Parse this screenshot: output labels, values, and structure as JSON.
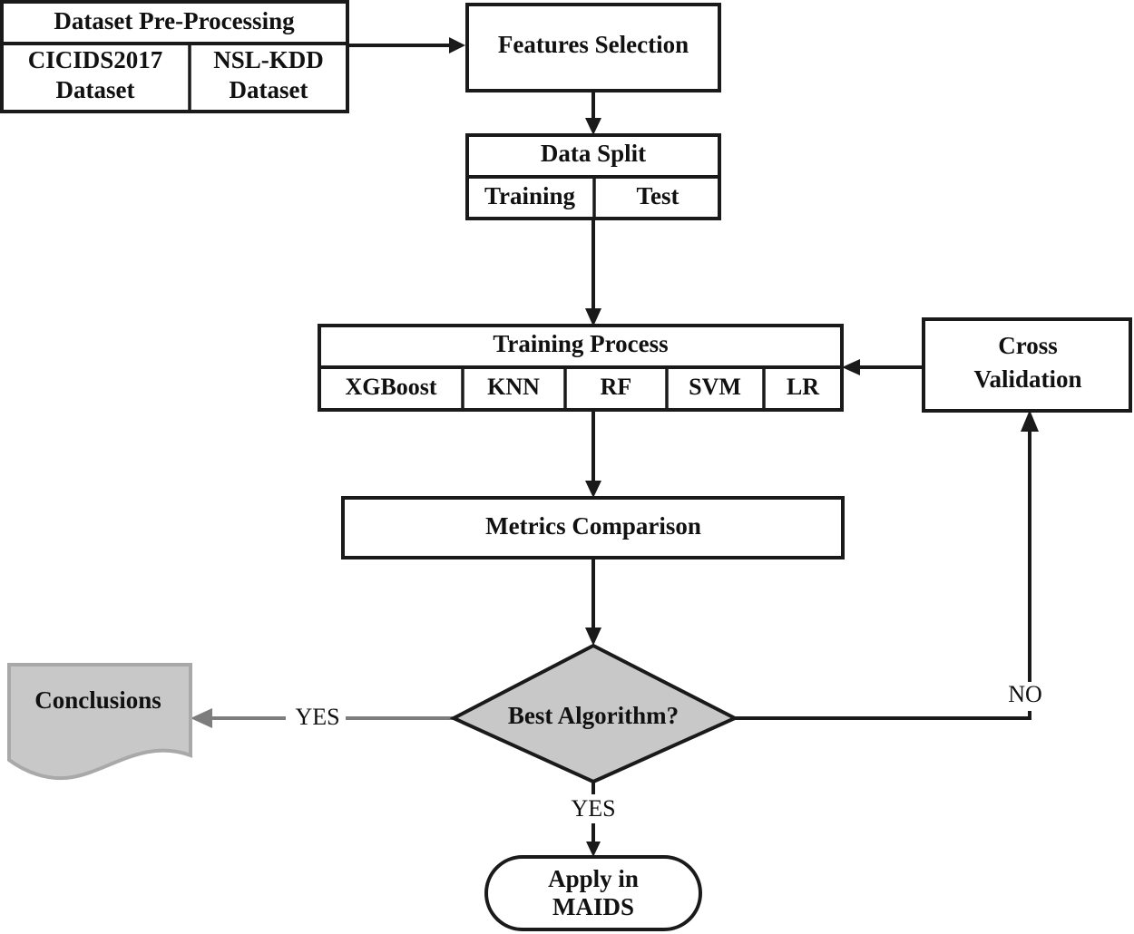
{
  "diagram": {
    "title": "Machine Learning Intrusion Detection Methodology Flowchart",
    "colors": {
      "node_fill": "#ffffff",
      "node_stroke": "#1a1a1a",
      "gray_fill": "#c8c8c8",
      "gray_stroke": "#7d7d7d",
      "text": "#111111"
    }
  },
  "nodes": {
    "preprocessing": {
      "header": "Dataset Pre-Processing",
      "cells": [
        "CICIDS2017 Dataset",
        "NSL-KDD Dataset"
      ],
      "cell_lines": [
        [
          "CICIDS2017",
          "Dataset"
        ],
        [
          "NSL-KDD",
          "Dataset"
        ]
      ]
    },
    "features_selection": {
      "label": "Features Selection"
    },
    "data_split": {
      "header": "Data Split",
      "cells": [
        "Training",
        "Test"
      ]
    },
    "training_process": {
      "header": "Training Process",
      "cells": [
        "XGBoost",
        "KNN",
        "RF",
        "SVM",
        "LR"
      ]
    },
    "cross_validation": {
      "label": "Cross Validation",
      "lines": [
        "Cross",
        "Validation"
      ]
    },
    "metrics_comparison": {
      "label": "Metrics Comparison"
    },
    "decision": {
      "label": "Best Algorithm?"
    },
    "conclusions": {
      "label": "Conclusions"
    },
    "apply": {
      "label": "Apply in MAIDS",
      "lines": [
        "Apply in",
        "MAIDS"
      ]
    }
  },
  "edges": {
    "yes_left": "YES",
    "yes_down": "YES",
    "no_right": "NO"
  }
}
